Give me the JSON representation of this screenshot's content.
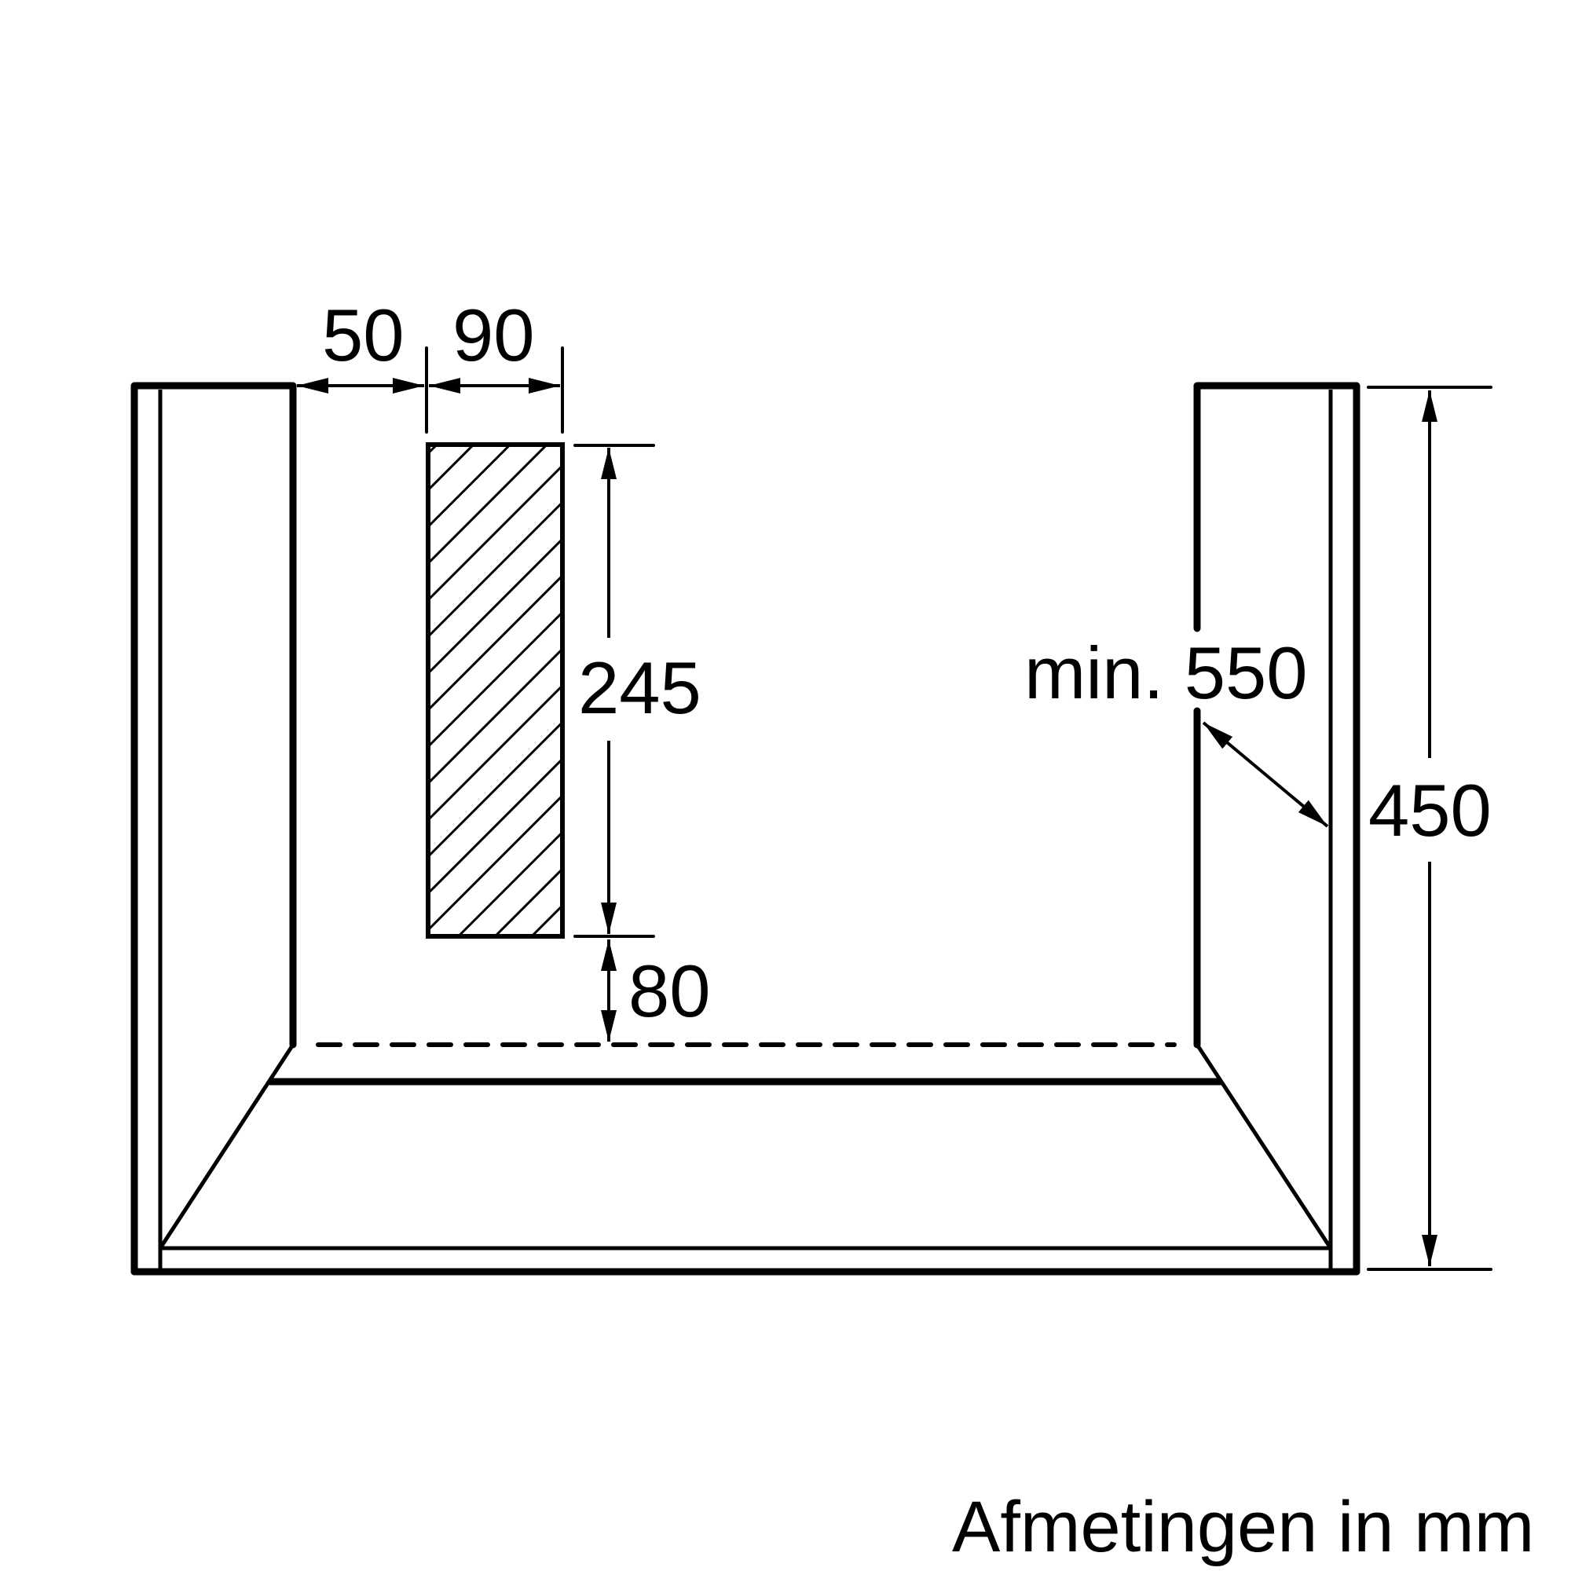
{
  "diagram": {
    "type": "installation dimension drawing",
    "unit_caption": "Afmetingen in mm",
    "line_color": "#000000",
    "background_color": "#ffffff",
    "dimensions": {
      "gap_left": "50",
      "cutout_width": "90",
      "cutout_height": "245",
      "cutout_bottom_offset": "80",
      "min_depth": "min. 550",
      "total_height": "450"
    }
  }
}
